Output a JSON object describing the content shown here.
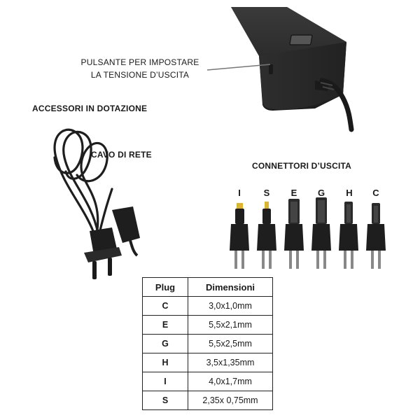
{
  "callout": {
    "line1": "PULSANTE PER IMPOSTARE",
    "line2": "LA TENSIONE D’USCITA"
  },
  "accessories_heading": "ACCESSORI IN DOTAZIONE",
  "cable_label": "CAVO DI RETE",
  "connectors_heading": "CONNETTORI D’USCITA",
  "connector_letters": [
    "I",
    "S",
    "E",
    "G",
    "H",
    "C"
  ],
  "table": {
    "headers": [
      "Plug",
      "Dimensioni"
    ],
    "rows": [
      {
        "plug": "C",
        "dim": "3,0x1,0mm"
      },
      {
        "plug": "E",
        "dim": "5,5x2,1mm"
      },
      {
        "plug": "G",
        "dim": "5,5x2,5mm"
      },
      {
        "plug": "H",
        "dim": "3,5x1,35mm"
      },
      {
        "plug": "I",
        "dim": "4,0x1,7mm"
      },
      {
        "plug": "S",
        "dim": "2,35x 0,75mm"
      }
    ]
  },
  "colors": {
    "device_body": "#2b2b2b",
    "plug_tip_gold": "#d9b531",
    "callout_line": "#777777"
  }
}
